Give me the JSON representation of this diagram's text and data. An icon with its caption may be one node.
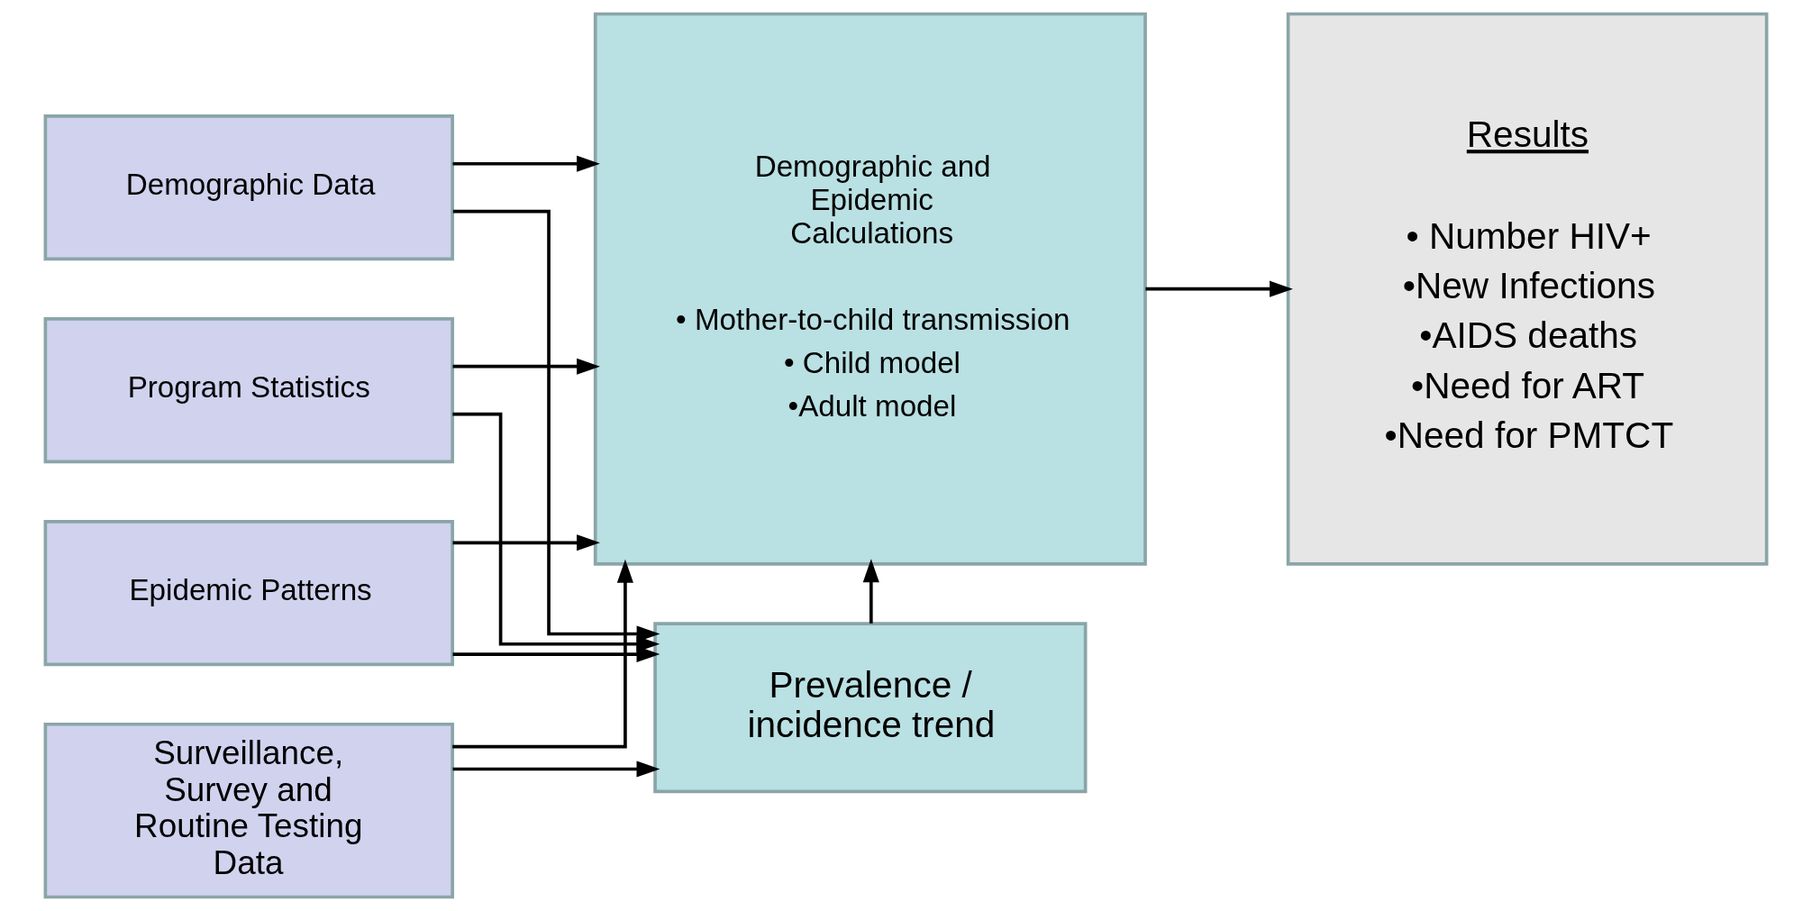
{
  "diagram": {
    "nodes": [
      {
        "text": [
          "Demographic Data"
        ]
      },
      {
        "text": [
          "Program Statistics"
        ]
      },
      {
        "text": [
          "Epidemic Patterns"
        ]
      },
      {
        "text": [
          "Surveillance, Survey and Routine Testing Data"
        ]
      },
      {
        "text": [
          "Demographic and Epidemic Calculations",
          "• Mother-to-child transmission",
          "• Child model",
          "•Adult model"
        ]
      },
      {
        "text": [
          "Prevalence / incidence trend"
        ]
      },
      {
        "text": [
          "Results",
          "• Number HIV+",
          "•New Infections",
          "•AIDS deaths",
          "•Need for ART",
          "•Need for PMTCT"
        ]
      }
    ],
    "edges": [
      {
        "from": 0,
        "to": 4,
        "arrow": "to"
      },
      {
        "from": 1,
        "to": 4,
        "arrow": "to"
      },
      {
        "from": 2,
        "to": 4,
        "arrow": "to"
      },
      {
        "from": 3,
        "to": 4,
        "arrow": "to"
      },
      {
        "from": 0,
        "to": 5,
        "arrow": "to"
      },
      {
        "from": 1,
        "to": 5,
        "arrow": "to"
      },
      {
        "from": 2,
        "to": 5,
        "arrow": "to"
      },
      {
        "from": 3,
        "to": 5,
        "arrow": "to"
      },
      {
        "from": 5,
        "to": 4,
        "arrow": "to"
      },
      {
        "from": 4,
        "to": 6,
        "arrow": "to"
      }
    ]
  }
}
